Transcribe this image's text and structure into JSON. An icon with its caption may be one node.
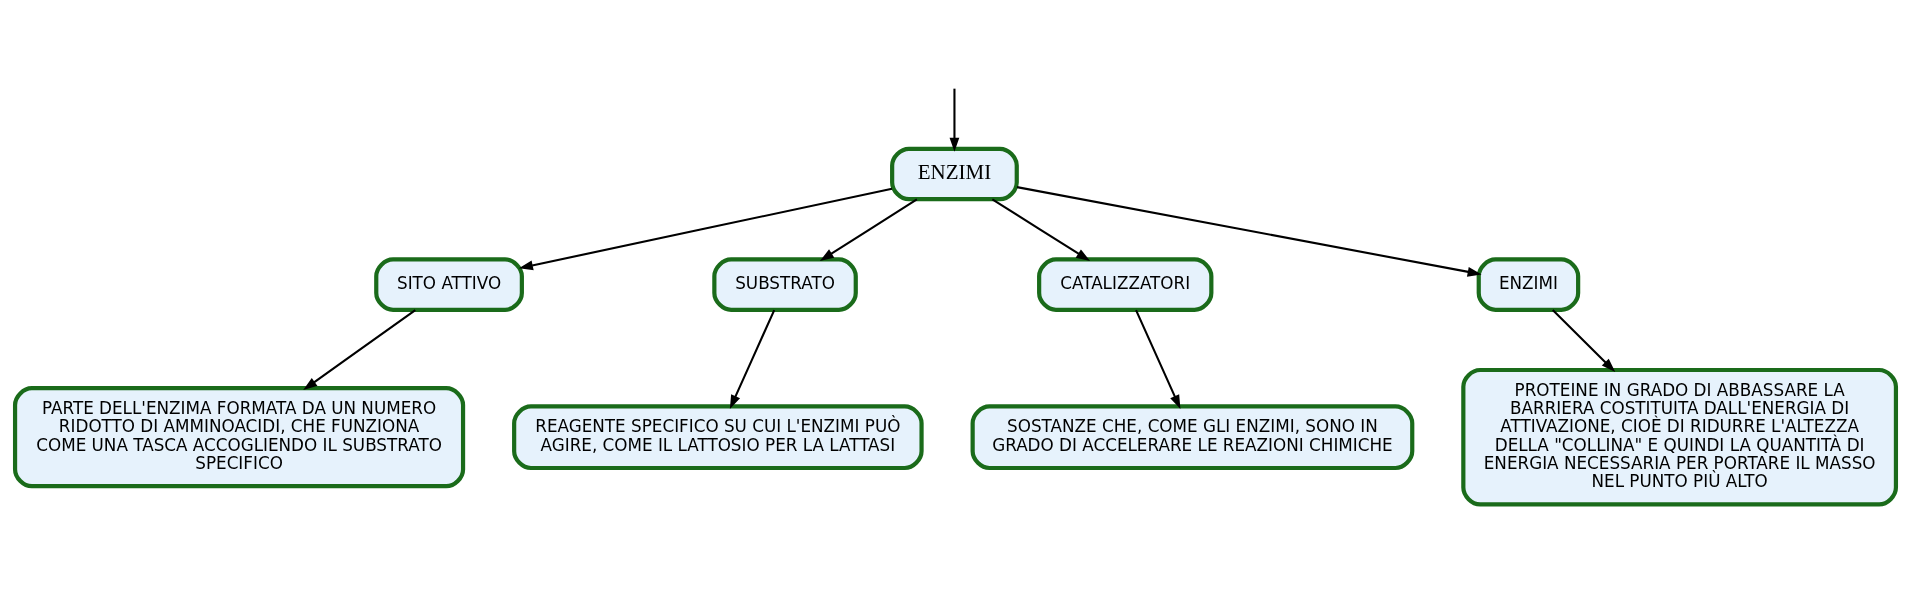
{
  "diagram": {
    "nodes": [
      {
        "text": [
          "ENZIMI"
        ]
      },
      {
        "text": [
          "SITO ATTIVO"
        ]
      },
      {
        "text": [
          "SUBSTRATO"
        ]
      },
      {
        "text": [
          "CATALIZZATORI"
        ]
      },
      {
        "text": [
          "ENZIMI"
        ]
      },
      {
        "text": [
          "PARTE DELL'ENZIMA FORMATA DA UN NUMERO RIDOTTO DI AMMINOACIDI, CHE FUNZIONA COME UNA TASCA ACCOGLIENDO IL SUBSTRATO SPECIFICO"
        ]
      },
      {
        "text": [
          "REAGENTE SPECIFICO SU CUI L'ENZIMI PUÒ AGIRE, COME IL LATTOSIO PER LA LATTASI"
        ]
      },
      {
        "text": [
          "SOSTANZE CHE, COME GLI ENZIMI, SONO IN GRADO DI ACCELERARE LE REAZIONI CHIMICHE"
        ]
      },
      {
        "text": [
          "PROTEINE IN GRADO DI ABBASSARE LA BARRIERA COSTITUITA DALL'ENERGIA DI ATTIVAZIONE, CIOÈ DI RIDURRE L'ALTEZZA DELLA \"COLLINA\" E QUINDI LA QUANTITÀ DI ENERGIA NECESSARIA PER PORTARE IL MASSO NEL PUNTO PIÙ ALTO"
        ]
      }
    ],
    "edges": [
      {
        "from": null,
        "to": 0,
        "arrow": "to"
      },
      {
        "from": 0,
        "to": 1,
        "arrow": "to"
      },
      {
        "from": 0,
        "to": 2,
        "arrow": "to"
      },
      {
        "from": 0,
        "to": 3,
        "arrow": "to"
      },
      {
        "from": 0,
        "to": 4,
        "arrow": "to"
      },
      {
        "from": 1,
        "to": 5,
        "arrow": "to"
      },
      {
        "from": 2,
        "to": 6,
        "arrow": "to"
      },
      {
        "from": 3,
        "to": 7,
        "arrow": "to"
      },
      {
        "from": 4,
        "to": 8,
        "arrow": "to"
      }
    ]
  }
}
